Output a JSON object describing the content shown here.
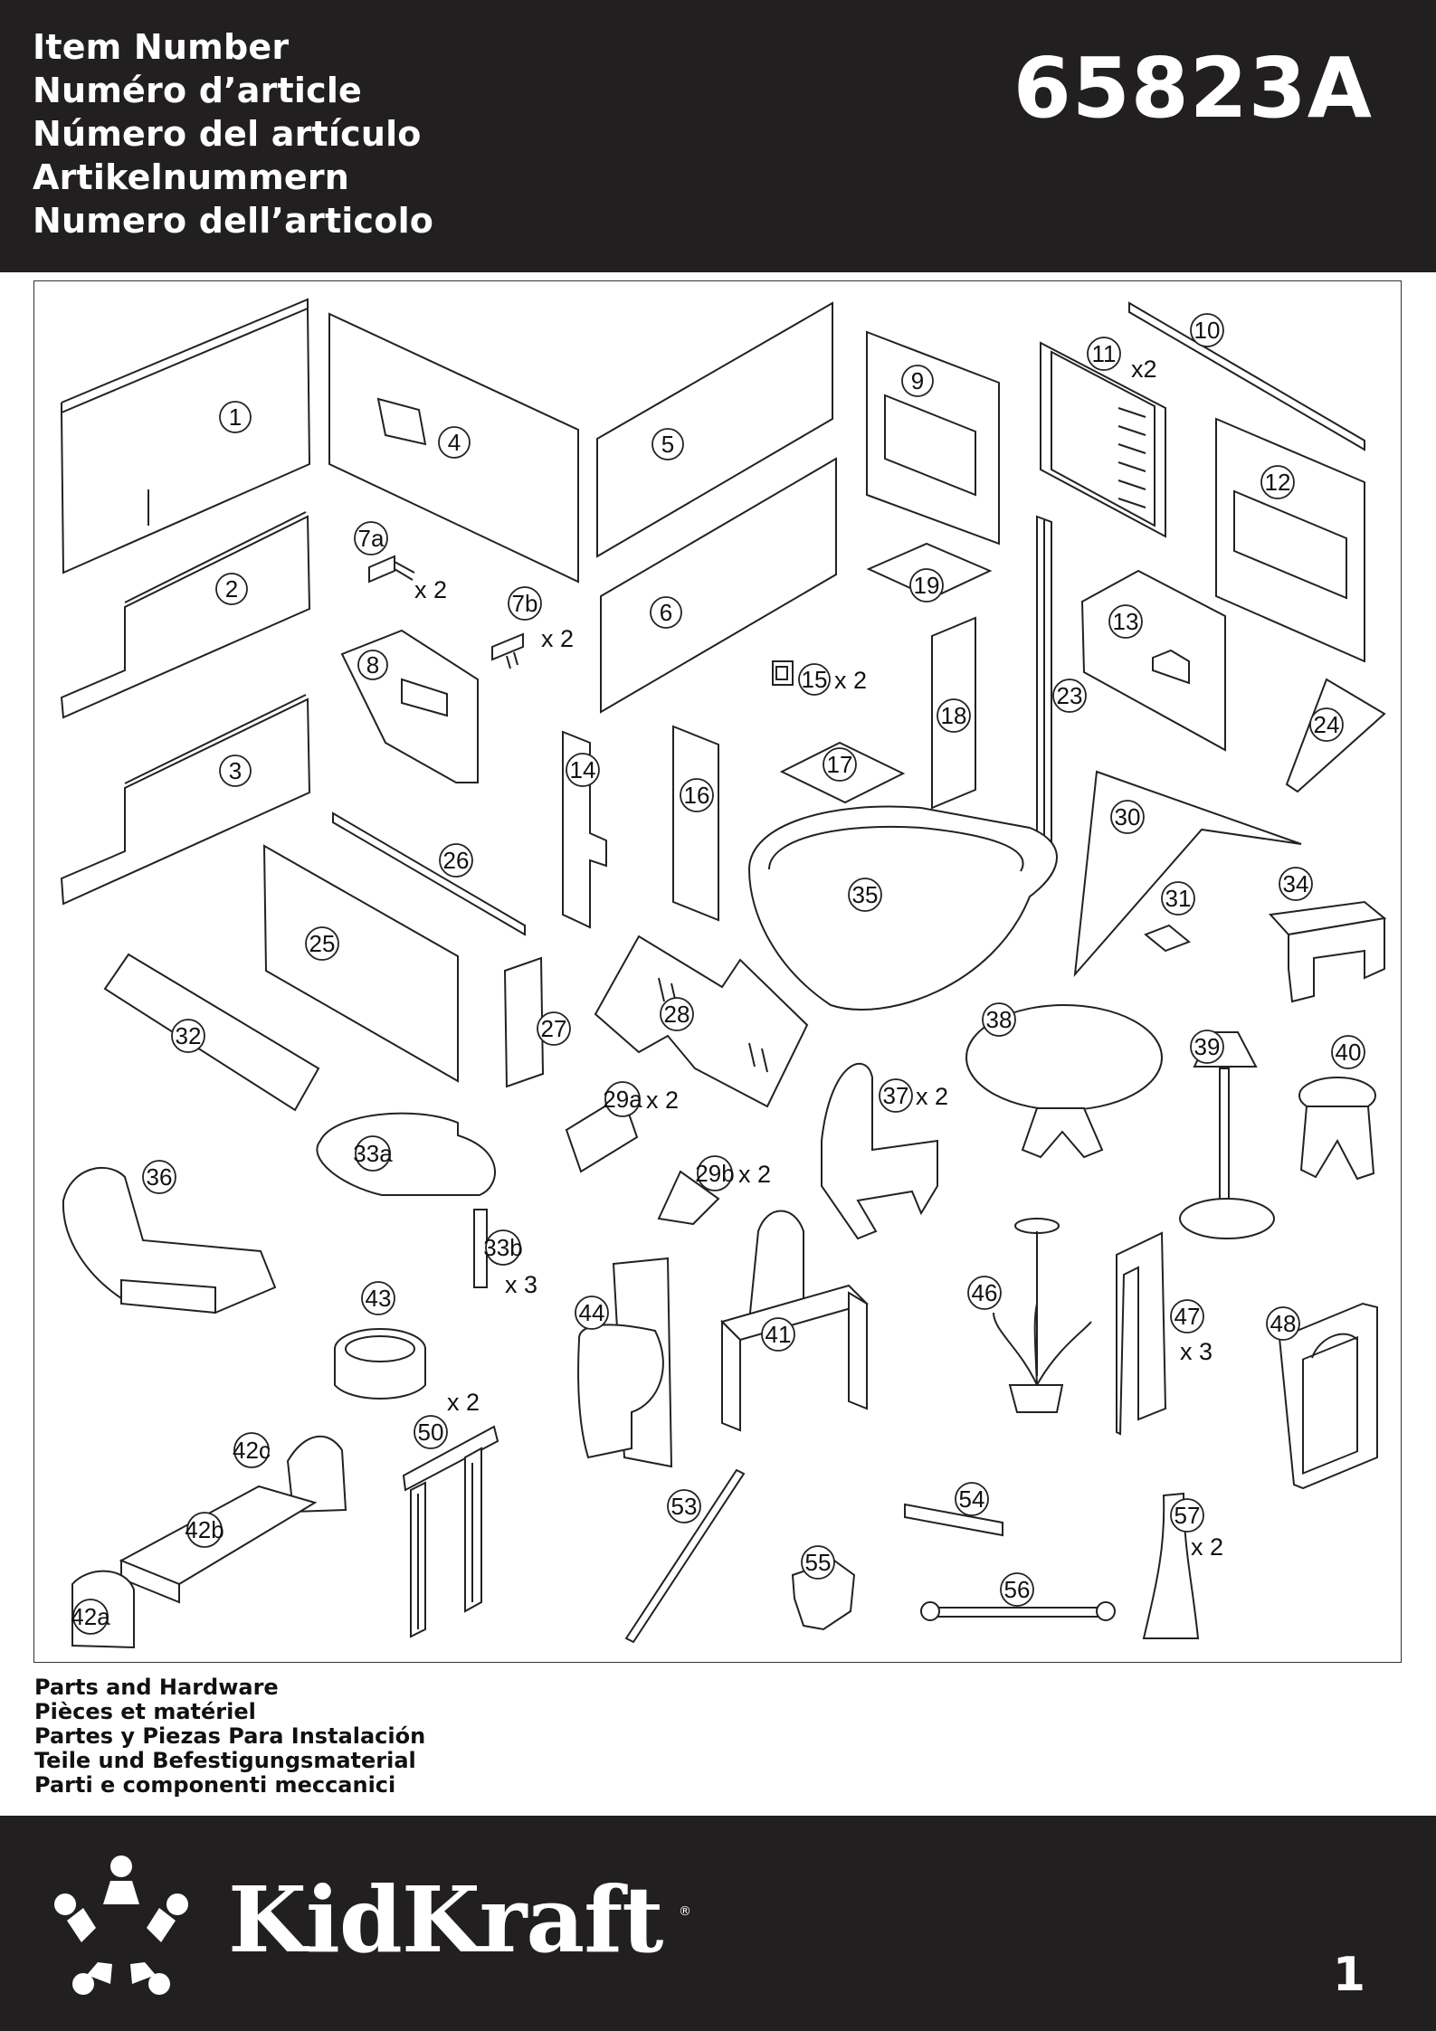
{
  "header": {
    "title_lines": [
      "Item Number",
      "Numéro d’article",
      "Número del artículo",
      "Artikelnummern",
      "Numero dell’articolo"
    ],
    "item_number": "65823A"
  },
  "parts": [
    {
      "id": "1",
      "qty": ""
    },
    {
      "id": "2",
      "qty": ""
    },
    {
      "id": "3",
      "qty": ""
    },
    {
      "id": "4",
      "qty": ""
    },
    {
      "id": "5",
      "qty": ""
    },
    {
      "id": "6",
      "qty": ""
    },
    {
      "id": "7a",
      "qty": "x 2"
    },
    {
      "id": "7b",
      "qty": "x 2"
    },
    {
      "id": "8",
      "qty": ""
    },
    {
      "id": "9",
      "qty": ""
    },
    {
      "id": "10",
      "qty": ""
    },
    {
      "id": "11",
      "qty": "x2"
    },
    {
      "id": "12",
      "qty": ""
    },
    {
      "id": "13",
      "qty": ""
    },
    {
      "id": "14",
      "qty": ""
    },
    {
      "id": "15",
      "qty": "x 2"
    },
    {
      "id": "16",
      "qty": ""
    },
    {
      "id": "17",
      "qty": ""
    },
    {
      "id": "18",
      "qty": ""
    },
    {
      "id": "19",
      "qty": ""
    },
    {
      "id": "23",
      "qty": ""
    },
    {
      "id": "24",
      "qty": ""
    },
    {
      "id": "25",
      "qty": ""
    },
    {
      "id": "26",
      "qty": ""
    },
    {
      "id": "27",
      "qty": ""
    },
    {
      "id": "28",
      "qty": ""
    },
    {
      "id": "29a",
      "qty": "x 2"
    },
    {
      "id": "29b",
      "qty": "x 2"
    },
    {
      "id": "30",
      "qty": ""
    },
    {
      "id": "31",
      "qty": ""
    },
    {
      "id": "32",
      "qty": ""
    },
    {
      "id": "33a",
      "qty": ""
    },
    {
      "id": "33b",
      "qty": "x 3"
    },
    {
      "id": "34",
      "qty": ""
    },
    {
      "id": "35",
      "qty": ""
    },
    {
      "id": "36",
      "qty": ""
    },
    {
      "id": "37",
      "qty": "x 2"
    },
    {
      "id": "38",
      "qty": ""
    },
    {
      "id": "39",
      "qty": ""
    },
    {
      "id": "40",
      "qty": ""
    },
    {
      "id": "41",
      "qty": ""
    },
    {
      "id": "42a",
      "qty": ""
    },
    {
      "id": "42b",
      "qty": ""
    },
    {
      "id": "42c",
      "qty": ""
    },
    {
      "id": "43",
      "qty": ""
    },
    {
      "id": "44",
      "qty": ""
    },
    {
      "id": "46",
      "qty": ""
    },
    {
      "id": "47",
      "qty": "x 3"
    },
    {
      "id": "48",
      "qty": ""
    },
    {
      "id": "50",
      "qty": "x 2"
    },
    {
      "id": "53",
      "qty": ""
    },
    {
      "id": "54",
      "qty": ""
    },
    {
      "id": "55",
      "qty": ""
    },
    {
      "id": "56",
      "qty": ""
    },
    {
      "id": "57",
      "qty": "x 2"
    }
  ],
  "captions": [
    "Parts and Hardware",
    "Pièces et matériel",
    "Partes y Piezas Para Instalación",
    "Teile und Befestigungsmaterial",
    "Parti e componenti meccanici"
  ],
  "footer": {
    "brand": "KidKraft",
    "registered": "®",
    "page_number": "1"
  },
  "colors": {
    "band": "#221f20",
    "text_on_band": "#ffffff",
    "ink": "#222222"
  }
}
